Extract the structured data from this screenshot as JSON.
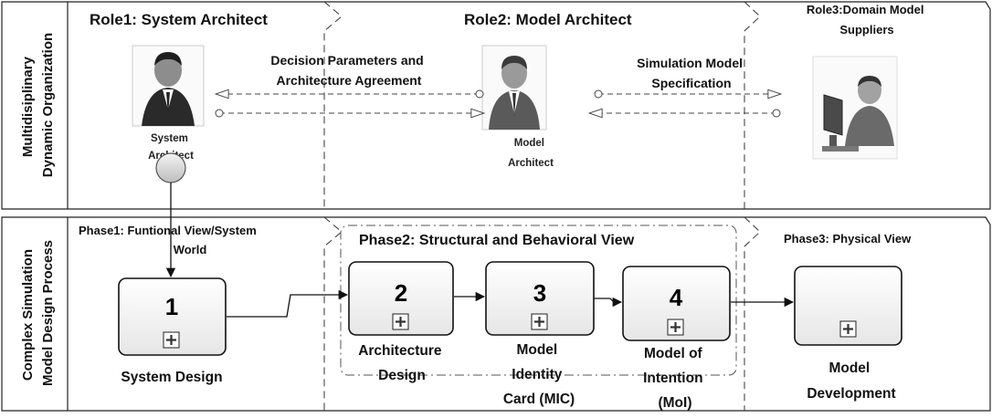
{
  "lanes": [
    {
      "label_lines": [
        "Multidisiplinary",
        "Dynamic Organization"
      ]
    },
    {
      "label_lines": [
        "Complex Simulation",
        "Model Design Process"
      ]
    }
  ],
  "roles": [
    {
      "title": "Role1: System Architect",
      "caption_lines": [
        "System",
        "Architect"
      ]
    },
    {
      "title": "Role2: Model Architect",
      "caption_lines": [
        "Model",
        "Architect"
      ]
    },
    {
      "title_lines": [
        "Role3:Domain Model",
        "Suppliers"
      ]
    }
  ],
  "messages": [
    {
      "lines": [
        "Decision  Parameters and",
        "Architecture Agreement"
      ]
    },
    {
      "lines": [
        "Simulation Model",
        "Specification"
      ]
    }
  ],
  "phases": [
    {
      "title_lines": [
        "Phase1: Funtional View/System",
        "World"
      ]
    },
    {
      "title": "Phase2: Structural and Behavioral View"
    },
    {
      "title": "Phase3: Physical View"
    }
  ],
  "tasks": [
    {
      "number": "1",
      "caption_lines": [
        "System Design"
      ]
    },
    {
      "number": "2",
      "caption_lines": [
        "Architecture",
        "Design"
      ]
    },
    {
      "number": "3",
      "caption_lines": [
        "Model",
        "Identity",
        "Card (MIC)"
      ]
    },
    {
      "number": "4",
      "caption_lines": [
        "Model of",
        "Intention",
        "(MoI)"
      ]
    },
    {
      "number": "",
      "caption_lines": [
        "Model",
        "Development"
      ]
    }
  ],
  "icons": {
    "task_marker": "plus-square-icon",
    "start_event": "start-event-circle-icon",
    "role1": "businessman-icon",
    "role2": "businessman-suit-icon",
    "role3": "supplier-at-computer-icon"
  }
}
